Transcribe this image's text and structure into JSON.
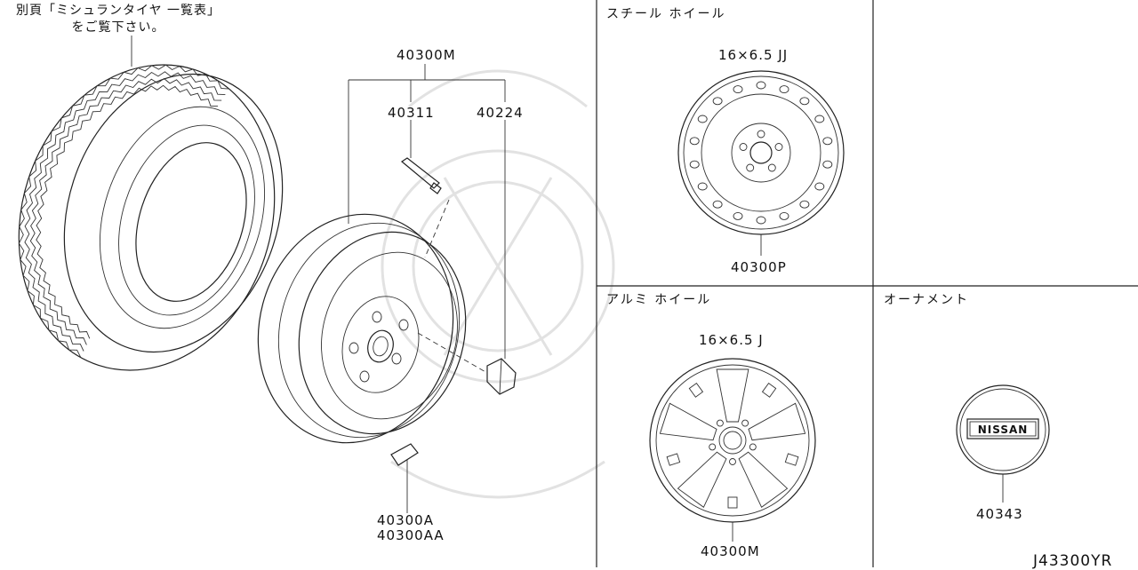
{
  "note": {
    "line1": "別頁「ミシュランタイヤ 一覧表」",
    "line2": "をご覧下さい。"
  },
  "main": {
    "assembly": "40300M",
    "valve": "40311",
    "nut": "40224",
    "weight_a": "40300A",
    "weight_aa": "40300AA"
  },
  "steel_panel": {
    "title": "スチール ホイール",
    "size": "16×6.5 JJ",
    "part": "40300P"
  },
  "alloy_panel": {
    "title": "アルミ ホイール",
    "size": "16×6.5 J",
    "part": "40300M"
  },
  "ornament_panel": {
    "title": "オーナメント",
    "badge_text": "NISSAN",
    "part": "40343"
  },
  "footer": {
    "diagram_id": "J43300YR"
  }
}
